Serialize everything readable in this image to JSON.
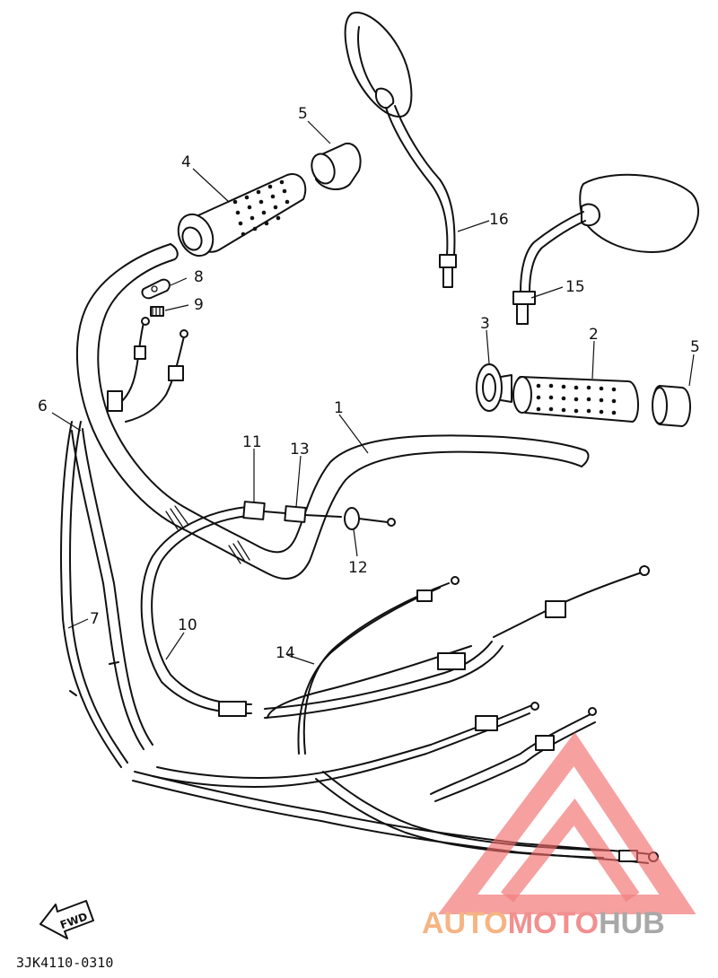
{
  "diagram": {
    "callouts": [
      {
        "id": "p1",
        "label": "1"
      },
      {
        "id": "p2",
        "label": "2"
      },
      {
        "id": "p3",
        "label": "3"
      },
      {
        "id": "p4",
        "label": "4"
      },
      {
        "id": "p5a",
        "label": "5"
      },
      {
        "id": "p5b",
        "label": "5"
      },
      {
        "id": "p6",
        "label": "6"
      },
      {
        "id": "p7",
        "label": "7"
      },
      {
        "id": "p8",
        "label": "8"
      },
      {
        "id": "p9",
        "label": "9"
      },
      {
        "id": "p10",
        "label": "10"
      },
      {
        "id": "p11",
        "label": "11"
      },
      {
        "id": "p12",
        "label": "12"
      },
      {
        "id": "p13",
        "label": "13"
      },
      {
        "id": "p14",
        "label": "14"
      },
      {
        "id": "p15",
        "label": "15"
      },
      {
        "id": "p16",
        "label": "16"
      }
    ],
    "fwd_label": "FWD",
    "drawing_code": "3JK4110-0310"
  },
  "watermark": {
    "brand_part1": "AUTO",
    "brand_part2": "MOTO",
    "brand_part3": "HUB",
    "colors": {
      "triangle": "#f26b6b",
      "text_orange": "#f5a86e",
      "text_red": "#f07c7c",
      "text_gray": "#9a9a9a"
    }
  }
}
